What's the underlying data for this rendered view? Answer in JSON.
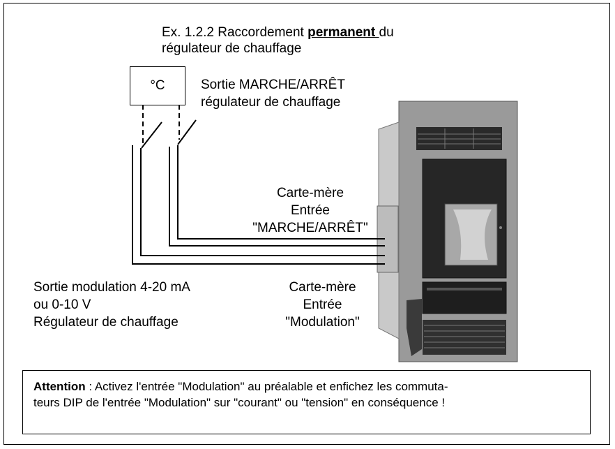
{
  "title": {
    "prefix": "Ex. 1.2.2 Raccordement ",
    "emphasis": "permanent ",
    "suffix": "du",
    "line2": "régulateur de chauffage"
  },
  "thermostat": {
    "label": "°C"
  },
  "sortie_marche": {
    "line1": "Sortie MARCHE/ARRÊT",
    "line2": "régulateur de chauffage"
  },
  "carte_marche": {
    "line1": "Carte-mère",
    "line2": "Entrée",
    "line3": "\"MARCHE/ARRÊT\""
  },
  "sortie_modulation": {
    "line1": "Sortie modulation 4-20 mA",
    "line2": "ou 0-10 V",
    "line3": "Régulateur de chauffage"
  },
  "carte_modulation": {
    "line1": "Carte-mère",
    "line2": "Entrée",
    "line3": "\"Modulation\""
  },
  "attention": {
    "label": "Attention",
    "line1": " : Activez l'entrée \"Modulation\" au préalable et enfichez les commuta-",
    "line2": "teurs DIP de l'entrée \"Modulation\" sur \"courant\" ou \"tension\" en conséquence !"
  }
}
